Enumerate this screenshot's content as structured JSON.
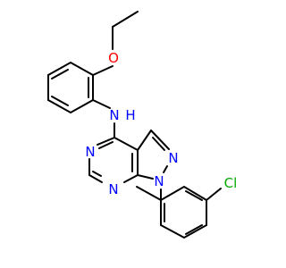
{
  "molecule": {
    "atoms": [
      {
        "label": "O",
        "color": "#ff0000"
      },
      {
        "label": "N",
        "color": "#0000ff"
      },
      {
        "label": "H",
        "color": "#0000ff"
      },
      {
        "label": "N",
        "color": "#0000ff"
      },
      {
        "label": "N",
        "color": "#0000ff"
      },
      {
        "label": "N",
        "color": "#0000ff"
      },
      {
        "label": "N",
        "color": "#0000ff"
      },
      {
        "label": "Cl",
        "color": "#00aa00"
      }
    ]
  }
}
